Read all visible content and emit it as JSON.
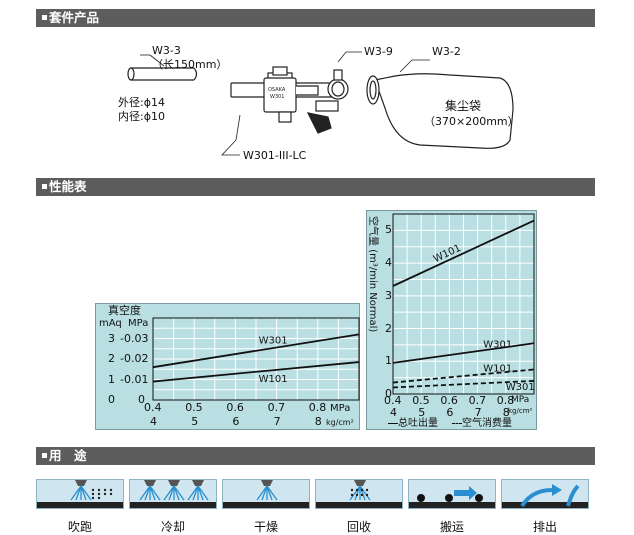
{
  "sections": {
    "kit": "套件产品",
    "performance": "性能表",
    "uses": "用　途"
  },
  "kit": {
    "hose_code": "W3-3",
    "hose_length": "（长150mm）",
    "hose_outer": "外径:ϕ14",
    "hose_inner": "内径:ϕ10",
    "clamp_code": "W3-9",
    "bag_code": "W3-2",
    "bag_name": "集尘袋",
    "bag_size": "（370×200mm）",
    "gun_code": "W301-III-LC",
    "gun_brand": "OSAKA",
    "gun_model": "W301"
  },
  "chart_data": [
    {
      "type": "line",
      "title": "真空度",
      "ylabel_left_unit": "mAq",
      "ylabel_right_unit": "MPa",
      "y_ticks_mAq": [
        "3",
        "2",
        "1",
        "0"
      ],
      "y_ticks_MPa": [
        "-0.03",
        "-0.02",
        "-0.01",
        "0"
      ],
      "ylim_MPa": [
        0,
        -0.04
      ],
      "x_ticks_MPa": [
        "0.4",
        "0.5",
        "0.6",
        "0.7",
        "0.8"
      ],
      "x_ticks_kgcm2": [
        "4",
        "5",
        "6",
        "7",
        "8"
      ],
      "x_unit_top": "MPa",
      "x_unit_bottom": "kg/cm²",
      "x": [
        0.4,
        0.9
      ],
      "grid": true,
      "series": [
        {
          "name": "W301",
          "values": [
            -0.016,
            -0.032
          ]
        },
        {
          "name": "W101",
          "values": [
            -0.009,
            -0.0185
          ]
        }
      ]
    },
    {
      "type": "line",
      "ylabel": "空气量 (m³/min Normal)",
      "y_ticks": [
        "5",
        "4",
        "3",
        "2",
        "1",
        "0"
      ],
      "ylim": [
        0,
        5.5
      ],
      "x_ticks_MPa": [
        "0.4",
        "0.5",
        "0.6",
        "0.7",
        "0.8"
      ],
      "x_ticks_kgcm2": [
        "4",
        "5",
        "6",
        "7",
        "8"
      ],
      "x_unit_top": "MPa",
      "x_unit_bottom": "kg/cm²",
      "x": [
        0.4,
        0.9
      ],
      "grid": true,
      "legend": {
        "solid": "总吐出量",
        "dashed": "空气消费量"
      },
      "series": [
        {
          "name": "W101",
          "style": "solid",
          "values": [
            3.3,
            5.3
          ]
        },
        {
          "name": "W301",
          "style": "solid",
          "values": [
            0.95,
            1.55
          ]
        },
        {
          "name": "W101",
          "style": "dashed",
          "values": [
            0.35,
            0.75
          ]
        },
        {
          "name": "W301",
          "style": "dashed",
          "values": [
            0.2,
            0.4
          ]
        }
      ]
    }
  ],
  "uses": [
    "吹跑",
    "冷却",
    "干燥",
    "回收",
    "搬运",
    "排出"
  ],
  "colors": {
    "bar": "#5d5d5d",
    "panel": "#b9dfe2",
    "use_bg": "#cfe6f0",
    "accent": "#2a8fd0"
  }
}
